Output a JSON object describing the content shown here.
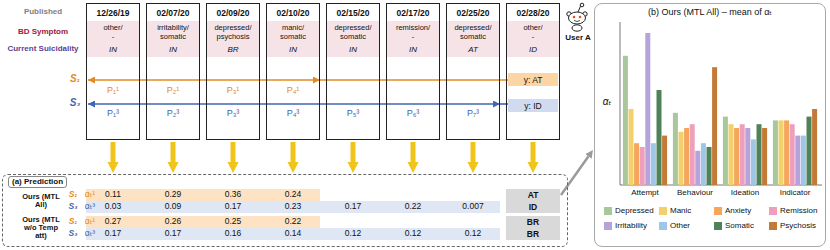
{
  "diagram": {
    "nodes": [
      {
        "text": [
          "12/26/19",
          "other/ -",
          "IN"
        ]
      },
      {
        "text": [
          "02/07/20",
          "irritability/ somatic",
          "IN"
        ]
      },
      {
        "text": [
          "02/09/20",
          "depressed/ psychosis",
          "BR"
        ]
      },
      {
        "text": [
          "02/10/20",
          "manic/ somatic",
          "IN"
        ]
      },
      {
        "text": [
          "02/15/20",
          "depressed/ somatic",
          "IN"
        ]
      },
      {
        "text": [
          "02/17/20",
          "remission/ -",
          "IN"
        ]
      },
      {
        "text": [
          "02/25/20",
          "depressed/ somatic",
          "AT"
        ]
      },
      {
        "text": [
          "02/28/20",
          "other/ -",
          "ID"
        ]
      },
      {
        "text": [
          "y: AT"
        ],
        "in": 7
      },
      {
        "text": [
          "y: ID"
        ],
        "in": 7
      },
      {
        "text": [
          "(a) Prediction"
        ]
      },
      {
        "text": [
          "AT"
        ],
        "in": 10
      },
      {
        "text": [
          "ID"
        ],
        "in": 10
      },
      {
        "text": [
          "BR"
        ],
        "in": 10
      },
      {
        "text": [
          "BR"
        ],
        "in": 10
      },
      {
        "text": [
          "(b) Ours (MTL All) – mean of αₜ"
        ]
      }
    ],
    "edges": [
      {
        "from": 0,
        "to": 10,
        "arrow": "to"
      },
      {
        "from": 1,
        "to": 10,
        "arrow": "to"
      },
      {
        "from": 2,
        "to": 10,
        "arrow": "to"
      },
      {
        "from": 3,
        "to": 10,
        "arrow": "to"
      },
      {
        "from": 4,
        "to": 10,
        "arrow": "to"
      },
      {
        "from": 5,
        "to": 10,
        "arrow": "to"
      },
      {
        "from": 6,
        "to": 10,
        "arrow": "to"
      },
      {
        "from": 7,
        "to": 10,
        "arrow": "to"
      },
      {
        "from": 11,
        "to": 15,
        "arrow": "to"
      }
    ],
    "labels": [
      "Published",
      "BD Symptom",
      "Current Suicidality",
      "S₁",
      "P₁¹",
      "P₂¹",
      "P₃¹",
      "P₄¹",
      "S₃",
      "P₁³",
      "P₂³",
      "P₃³",
      "P₄³",
      "P₅³",
      "P₆³",
      "P₇³",
      "User A",
      "Ours (MTL All)",
      "S₁",
      "αₜ¹",
      "0.11",
      "0.29",
      "0.36",
      "0.24",
      "S₃",
      "αₜ³",
      "0.03",
      "0.09",
      "0.17",
      "0.23",
      "0.17",
      "0.22",
      "0.007",
      "Ours (MTL w/o Temp att)",
      "S₁",
      "αₜ¹",
      "0.27",
      "0.26",
      "0.25",
      "0.22",
      "S₃",
      "αₜ³",
      "0.17",
      "0.17",
      "0.16",
      "0.14",
      "0.12",
      "0.12",
      "0.12",
      "αₜ",
      "Attempt",
      "Behaviour",
      "Ideation",
      "Indicator"
    ],
    "legend": [
      {
        "text": "Depressed",
        "color": "#a8c79a"
      },
      {
        "text": "Manic",
        "color": "#f2d06b"
      },
      {
        "text": "Anxiety",
        "color": "#f5a65b"
      },
      {
        "text": "Remission",
        "color": "#ee9fbd"
      },
      {
        "text": "Irritability",
        "color": "#b5a3dc"
      },
      {
        "text": "Other",
        "color": "#9fc6e7"
      },
      {
        "text": "Somatic",
        "color": "#4e8259"
      },
      {
        "text": "Psychosis",
        "color": "#c27a36"
      }
    ]
  }
}
